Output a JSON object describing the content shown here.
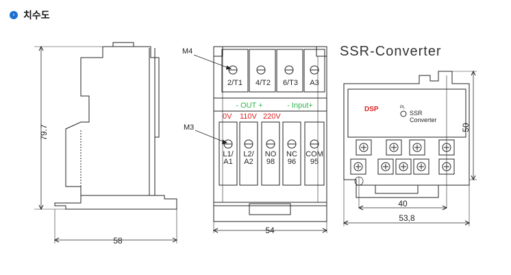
{
  "header": {
    "icon": "chevron-right-icon",
    "title": "치수도"
  },
  "colors": {
    "line": "#222222",
    "green": "#2db34a",
    "red": "#e02020",
    "accent": "#1c6fd1"
  },
  "side_view": {
    "height_label": "79.7",
    "width_label": "58"
  },
  "front_view": {
    "callout_top": "M4",
    "callout_bottom": "M3",
    "top_terminals": [
      "2/T1",
      "4/T2",
      "6/T3",
      "A3"
    ],
    "green_labels": {
      "out": "- OUT +",
      "input": "- Input+"
    },
    "red_labels": {
      "v0": "0V",
      "v110": "110V",
      "v220": "220V"
    },
    "bottom_terminals": [
      {
        "line1": "L1/",
        "line2": "A1"
      },
      {
        "line1": "L2/",
        "line2": "A2"
      },
      {
        "line1": "NO",
        "line2": "98"
      },
      {
        "line1": "NC",
        "line2": "96"
      },
      {
        "line1": "COM",
        "line2": "95"
      }
    ],
    "width_label": "54"
  },
  "converter_view": {
    "title": "SSR-Converter",
    "brand": "DSP",
    "indicator": "PL",
    "label_line1": "SSR",
    "label_line2": "Converter",
    "height_label": "50",
    "inner_width_label": "40",
    "outer_width_label": "53,8"
  }
}
